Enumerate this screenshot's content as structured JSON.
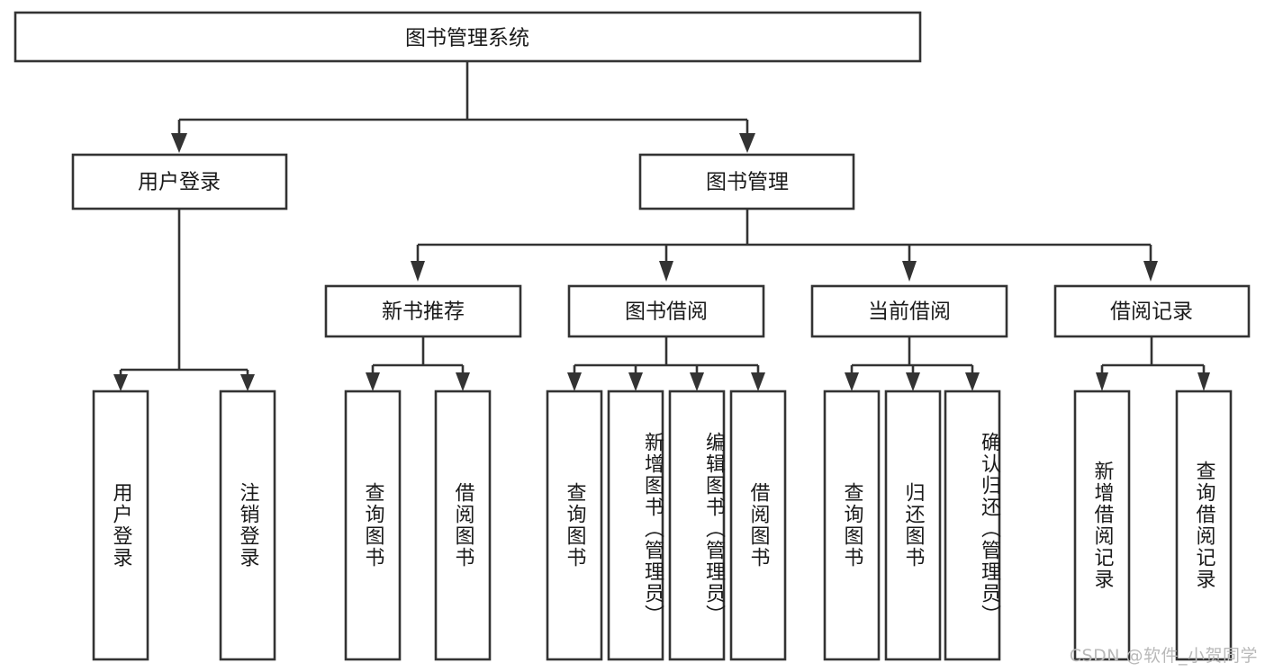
{
  "diagram": {
    "title": "图书管理系统",
    "type": "hierarchy-tree",
    "root": {
      "label": "图书管理系统"
    },
    "level2": [
      {
        "label": "用户登录"
      },
      {
        "label": "图书管理"
      }
    ],
    "level3": [
      {
        "label": "新书推荐"
      },
      {
        "label": "图书借阅"
      },
      {
        "label": "当前借阅"
      },
      {
        "label": "借阅记录"
      }
    ],
    "leaves": {
      "user_login": [
        {
          "label": "用户登录"
        },
        {
          "label": "注销登录"
        }
      ],
      "new_book_recommend": [
        {
          "label": "查询图书"
        },
        {
          "label": "借阅图书"
        }
      ],
      "book_borrow": [
        {
          "label": "查询图书"
        },
        {
          "label": "新增图书（管理员）"
        },
        {
          "label": "编辑图书（管理员）"
        },
        {
          "label": "借阅图书"
        }
      ],
      "current_borrow": [
        {
          "label": "查询图书"
        },
        {
          "label": "归还图书"
        },
        {
          "label": "确认归还（管理员）"
        }
      ],
      "borrow_record": [
        {
          "label": "新增借阅记录"
        },
        {
          "label": "查询借阅记录"
        }
      ]
    }
  },
  "watermark": {
    "text": "CSDN @软件_小贺同学"
  },
  "colors": {
    "stroke": "#333333",
    "box_fill": "#ffffff",
    "text": "#1a1a1a",
    "watermark": "#b9b9b9",
    "canvas": "#ffffff"
  }
}
